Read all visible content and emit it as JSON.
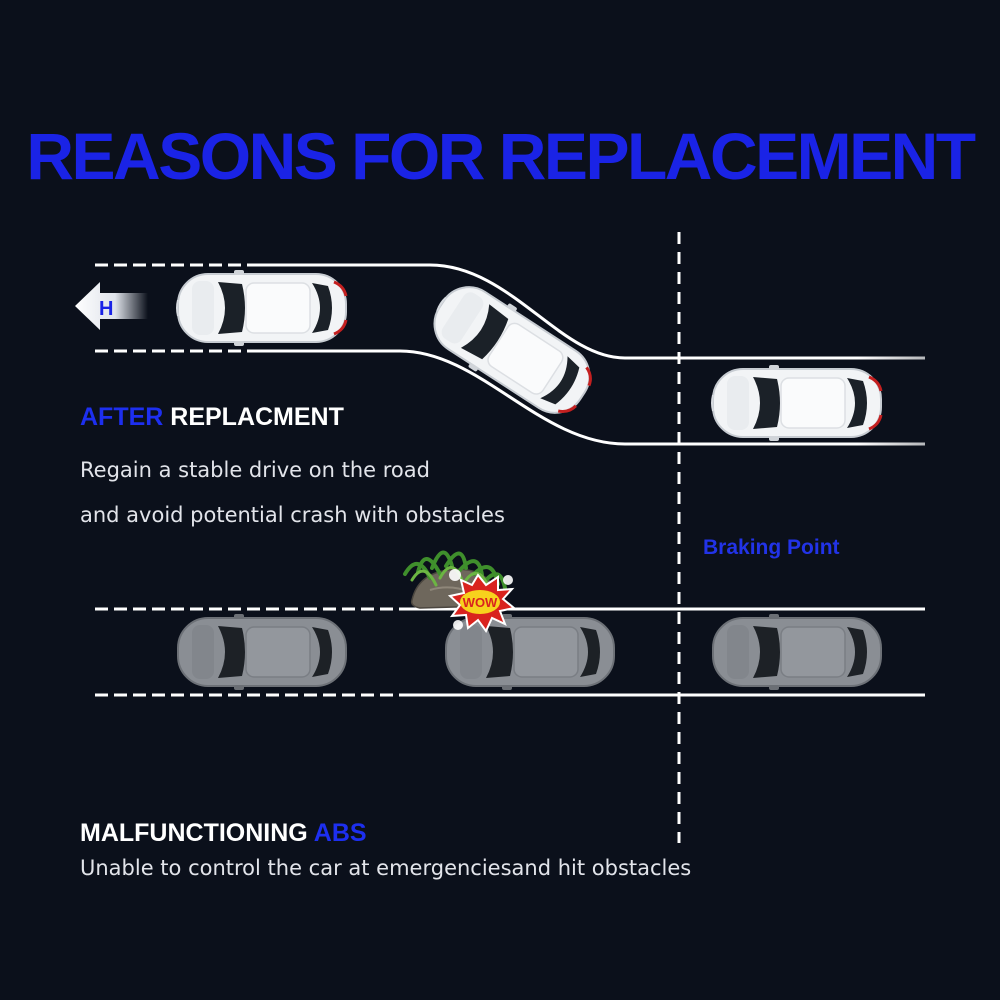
{
  "title": "REASONS FOR REPLACEMENT",
  "after": {
    "accent": "AFTER",
    "rest": " REPLACMENT",
    "line1": "Regain a stable drive on the road",
    "line2": "and avoid potential crash with obstacles"
  },
  "malfunction": {
    "lead": "MALFUNCTIONING ",
    "accent": "ABS",
    "line1": "Unable to control the car at emergenciesand hit obstacles"
  },
  "braking_point": "Braking Point",
  "arrow_letter": "H",
  "impact_text": "WOW",
  "colors": {
    "background": "#0b101b",
    "accent_blue": "#1a23e6",
    "white_car": "#f2f4f6",
    "gray_car": "#8a8e94",
    "impact_red": "#d9231e",
    "impact_yellow": "#f7d21d"
  }
}
